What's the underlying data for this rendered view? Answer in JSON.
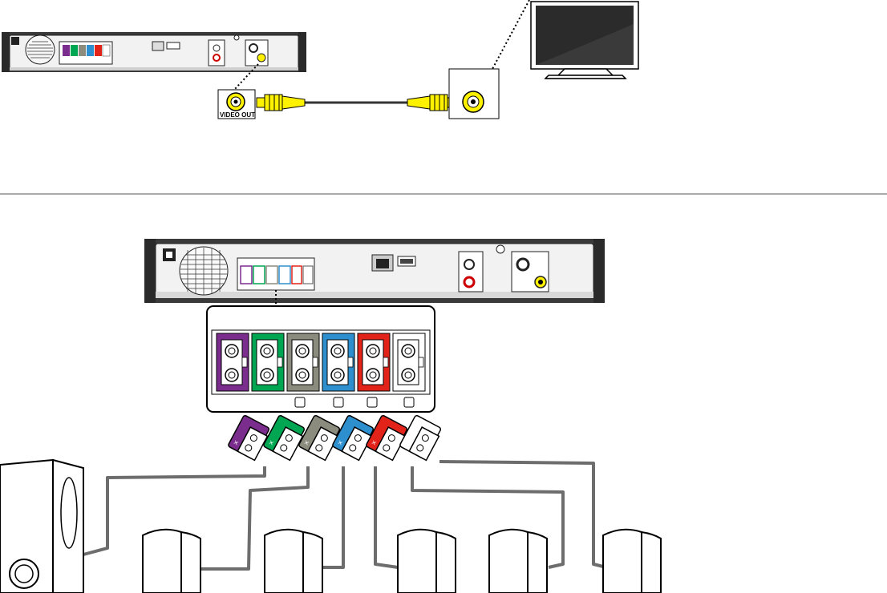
{
  "labels": {
    "video_out": "VIDEO OUT"
  },
  "colors": {
    "background": "#ffffff",
    "cable_yellow": "#fff200",
    "wire_gray": "#6d6d6d",
    "unit_dark": "#3a3a3a",
    "divider": "#555555",
    "speaker_connectors": [
      "#7b2d8e",
      "#00a651",
      "#8c8c7e",
      "#2e8fcf",
      "#e2231a",
      "#ffffff"
    ]
  },
  "speakers": {
    "subwoofer_count": 1,
    "satellite_count": 5
  }
}
